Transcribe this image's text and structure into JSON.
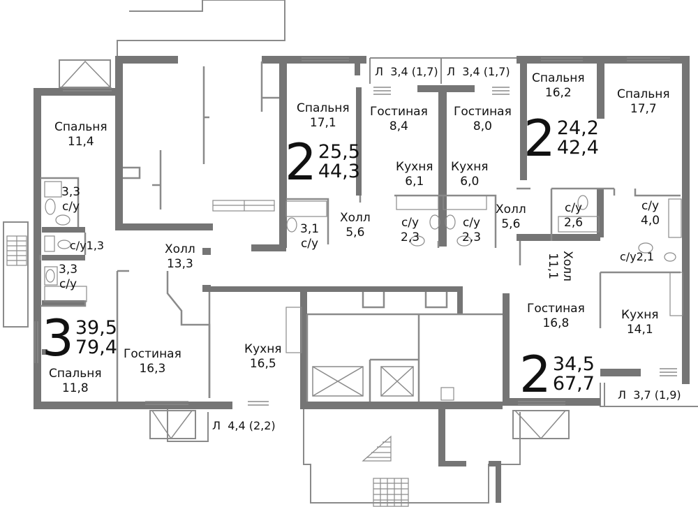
{
  "apartments": [
    {
      "rooms": "3",
      "living": "39,5",
      "total": "79,4"
    },
    {
      "rooms": "2",
      "living": "25,5",
      "total": "44,3"
    },
    {
      "rooms": "2",
      "living": "24,2",
      "total": "42,4"
    },
    {
      "rooms": "2",
      "living": "34,5",
      "total": "67,7"
    }
  ],
  "rooms": {
    "bed_11_4": {
      "name": "Спальня",
      "area": "11,4"
    },
    "bed_11_8": {
      "name": "Спальня",
      "area": "11,8"
    },
    "bed_17_1": {
      "name": "Спальня",
      "area": "17,1"
    },
    "bed_16_2": {
      "name": "Спальня",
      "area": "16,2"
    },
    "bed_17_7": {
      "name": "Спальня",
      "area": "17,7"
    },
    "hall_13_3": {
      "name": "Холл",
      "area": "13,3"
    },
    "hall_5_6a": {
      "name": "Холл",
      "area": "5,6"
    },
    "hall_5_6b": {
      "name": "Холл",
      "area": "5,6"
    },
    "hall_11_1": {
      "name": "Холл",
      "area": "11,1"
    },
    "living_16_3": {
      "name": "Гостиная",
      "area": "16,3"
    },
    "living_8_4": {
      "name": "Гостиная",
      "area": "8,4"
    },
    "living_8_0": {
      "name": "Гостиная",
      "area": "8,0"
    },
    "living_16_8": {
      "name": "Гостиная",
      "area": "16,8"
    },
    "kitchen_16_5": {
      "name": "Кухня",
      "area": "16,5"
    },
    "kitchen_6_1": {
      "name": "Кухня",
      "area": "6,1"
    },
    "kitchen_6_0": {
      "name": "Кухня",
      "area": "6,0"
    },
    "kitchen_14_1": {
      "name": "Кухня",
      "area": "14,1"
    }
  },
  "bathrooms": {
    "wc_3_3a": {
      "area": "3,3",
      "name": "с/у"
    },
    "wc_1_3": {
      "name": "с/у",
      "area": "1,3"
    },
    "wc_3_3b": {
      "area": "3,3",
      "name": "с/у"
    },
    "wc_3_1": {
      "area": "3,1",
      "name": "с/у"
    },
    "wc_2_3a": {
      "name": "с/у",
      "area": "2,3"
    },
    "wc_2_3b": {
      "name": "с/у",
      "area": "2,3"
    },
    "wc_2_6": {
      "name": "с/у",
      "area": "2,6"
    },
    "wc_4_0": {
      "name": "с/у",
      "area": "4,0"
    },
    "wc_2_1": {
      "name": "с/у",
      "area": "2,1"
    }
  },
  "balconies": {
    "b1": {
      "label": "Л",
      "area": "3,4 (1,7)"
    },
    "b2": {
      "label": "Л",
      "area": "3,4 (1,7)"
    },
    "b3": {
      "label": "Л",
      "area": "4,4 (2,2)"
    },
    "b4": {
      "label": "Л",
      "area": "3,7 (1,9)"
    }
  },
  "colors": {
    "wall": "#757575",
    "line": "#8a8a8a",
    "text": "#111111",
    "background": "#ffffff"
  }
}
